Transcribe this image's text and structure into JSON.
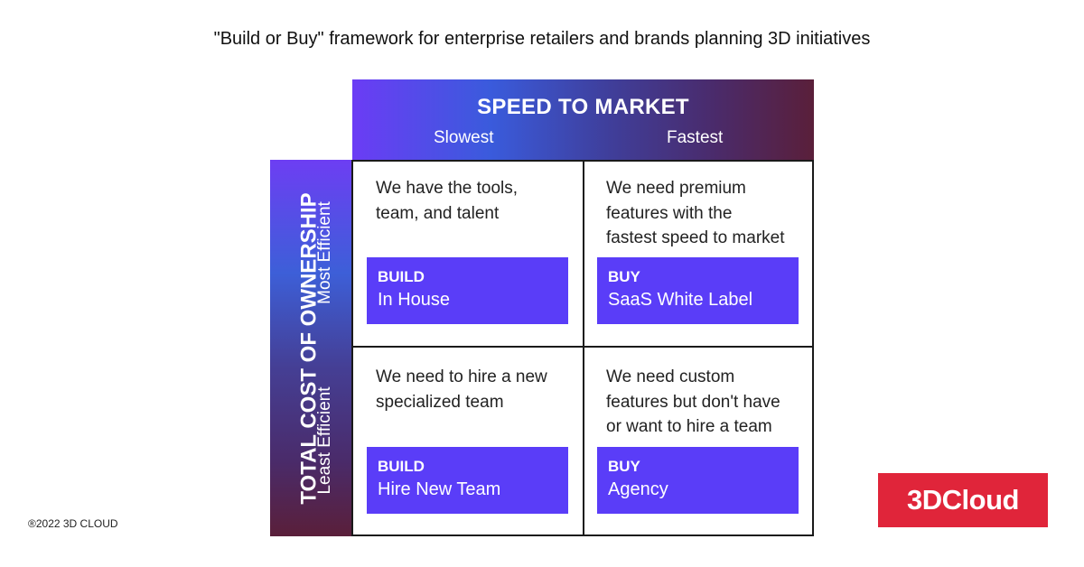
{
  "title": "\"Build or Buy\" framework for enterprise retailers and brands planning 3D initiatives",
  "x_axis": {
    "title": "SPEED TO MARKET",
    "low": "Slowest",
    "high": "Fastest"
  },
  "y_axis": {
    "title": "TOTAL COST OF OWNERSHIP",
    "top": "Most Efficient",
    "bottom": "Least Efficient"
  },
  "quadrants": [
    {
      "text": "We have the tools,\nteam, and talent",
      "tag_type": "BUILD",
      "tag_label": "In House"
    },
    {
      "text": "We need premium\nfeatures with the\nfastest speed to market",
      "tag_type": "BUY",
      "tag_label": "SaaS White Label"
    },
    {
      "text": "We need to hire a new\nspecialized team",
      "tag_type": "BUILD",
      "tag_label": "Hire New Team"
    },
    {
      "text": "We need custom\nfeatures but don't have\nor want to hire a team",
      "tag_type": "BUY",
      "tag_label": "Agency"
    }
  ],
  "copyright": "®2022 3D CLOUD",
  "logo": {
    "text": "3DCloud",
    "color": "#e0253a"
  },
  "colors": {
    "tag": "#5a3df8",
    "gradient_start": "#6b3cf5",
    "gradient_end": "#5a1f3a"
  }
}
